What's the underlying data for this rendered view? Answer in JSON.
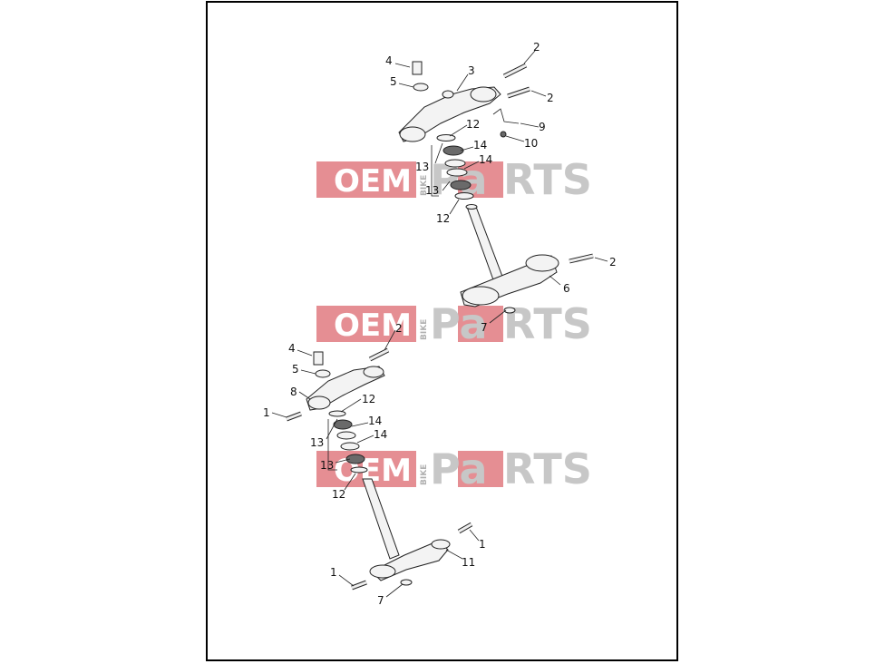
{
  "watermark": {
    "oem": "OEM",
    "bike": "BIKE",
    "pa": "Pa",
    "rts": "RTS",
    "colors": {
      "red": "#e07a80",
      "grey": "#c7c7c7",
      "white": "#ffffff"
    }
  },
  "callouts": {
    "a4": "4",
    "a5": "5",
    "a3": "3",
    "a2a": "2",
    "a2b": "2",
    "a12a": "12",
    "a9": "9",
    "a10": "10",
    "a14a": "14",
    "a14b": "14",
    "a13a": "13",
    "a13b": "13",
    "a12b": "12",
    "a2c": "2",
    "a6": "6",
    "a7": "7",
    "b2": "2",
    "b4": "4",
    "b5": "5",
    "b8": "8",
    "b12a": "12",
    "b1a": "1",
    "b14a": "14",
    "b14b": "14",
    "b13a": "13",
    "b13b": "13",
    "b12b": "12",
    "b1b": "1",
    "b11": "11",
    "b1c": "1",
    "b7": "7"
  }
}
